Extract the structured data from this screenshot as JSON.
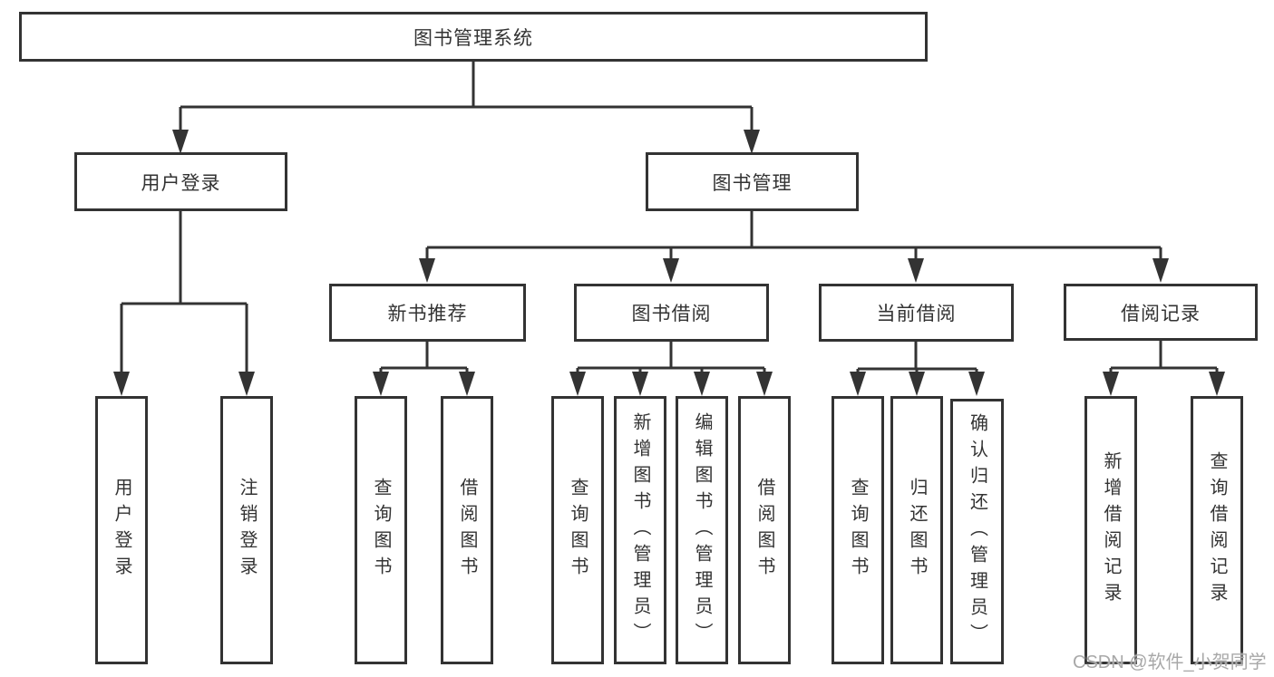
{
  "diagram": {
    "colors": {
      "line": "#333333",
      "text": "#333333",
      "background": "#ffffff",
      "watermark": "#a8a8a8"
    },
    "root": {
      "label": "图书管理系统"
    },
    "branches": [
      {
        "label": "用户登录",
        "children": [
          {
            "label": "用户登录"
          },
          {
            "label": "注销登录"
          }
        ]
      },
      {
        "label": "图书管理",
        "children": [
          {
            "label": "新书推荐",
            "children": [
              {
                "label": "查询图书"
              },
              {
                "label": "借阅图书"
              }
            ]
          },
          {
            "label": "图书借阅",
            "children": [
              {
                "label": "查询图书"
              },
              {
                "label": "新增图书（管理员）"
              },
              {
                "label": "编辑图书（管理员）"
              },
              {
                "label": "借阅图书"
              }
            ]
          },
          {
            "label": "当前借阅",
            "children": [
              {
                "label": "查询图书"
              },
              {
                "label": "归还图书"
              },
              {
                "label": "确认归还（管理员）"
              }
            ]
          },
          {
            "label": "借阅记录",
            "children": [
              {
                "label": "新增借阅记录"
              },
              {
                "label": "查询借阅记录"
              }
            ]
          }
        ]
      }
    ],
    "watermark": "CSDN @软件_小贺同学"
  }
}
